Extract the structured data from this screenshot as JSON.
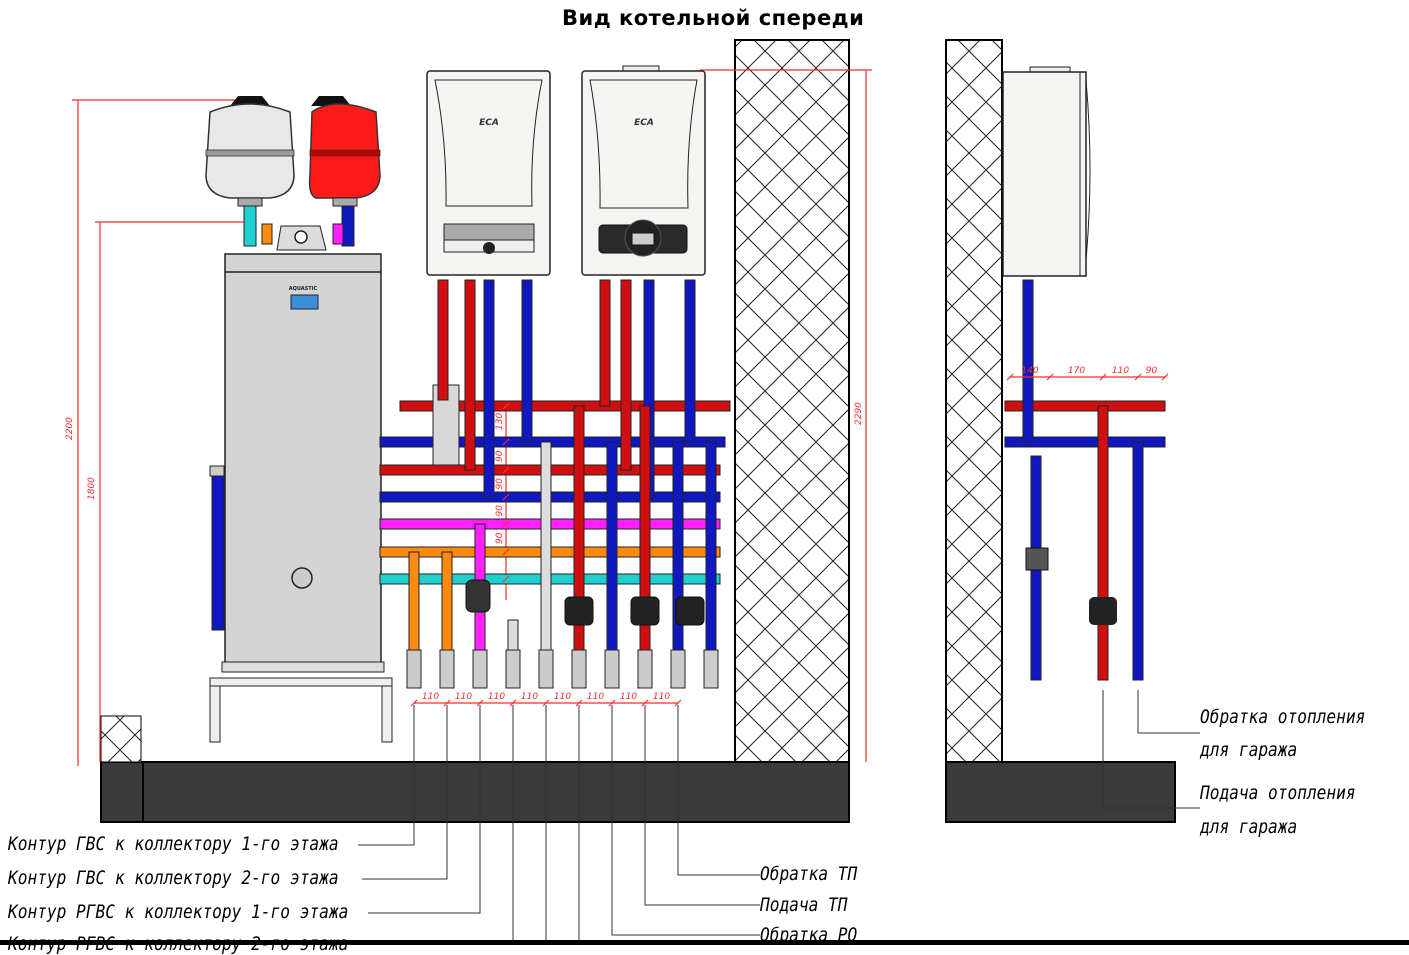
{
  "drawing": {
    "title": "Вид котельной спереди",
    "colors": {
      "supply": "#d01010",
      "return": "#1018c0",
      "dhw_supply": "#ff8a10",
      "dhw_recirc": "#ff20ff",
      "cold_water": "#20d0d0",
      "expansion_tank_white": "#e8e8e8",
      "expansion_tank_red": "#ff1a1a",
      "boiler_body": "#f4f4f2",
      "water_heater_body": "#d4d4d4",
      "floor": "#3a3a3a",
      "dimension": "#ff2a2a"
    },
    "equipment": {
      "boiler_left_brand": "ECA",
      "boiler_right_brand": "ECA",
      "water_heater_brand": "AQUASTIC"
    },
    "dimensions": {
      "height_total_left": "2200",
      "height_tank": "1800",
      "height_wall": "2290",
      "collector_spacing": [
        "130",
        "90",
        "90",
        "90",
        "90"
      ],
      "outlet_spacing": [
        "110",
        "110",
        "110",
        "110",
        "110",
        "110",
        "110",
        "110"
      ],
      "garage_spacing": [
        "140",
        "170",
        "110",
        "90"
      ]
    },
    "labels": {
      "left": [
        "Контур ГВС к коллектору 1-го этажа",
        "Контур ГВС к коллектору 2-го этажа",
        "Контур РГВС к коллектору 1-го этажа",
        "Контур РГВС к коллектору 2-го этажа"
      ],
      "right": [
        "Обратка ТП",
        "Подача ТП",
        "Обратка РО"
      ],
      "garage": [
        "Обратка отопления",
        "для гаража",
        "Подача отопления",
        "для гаража"
      ]
    }
  }
}
